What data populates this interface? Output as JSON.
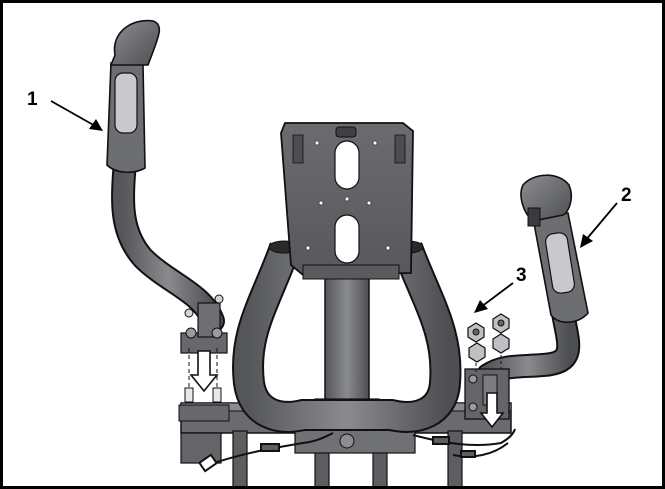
{
  "callouts": [
    {
      "id": "1",
      "label": "1"
    },
    {
      "id": "2",
      "label": "2"
    },
    {
      "id": "3",
      "label": "3"
    }
  ],
  "colors": {
    "metal_dark": "#5f6063",
    "metal_mid": "#7b7c80",
    "metal_light": "#9a9b9f",
    "grip_highlight": "#c8c9cc",
    "outline": "#111111",
    "frame": "#000000"
  }
}
